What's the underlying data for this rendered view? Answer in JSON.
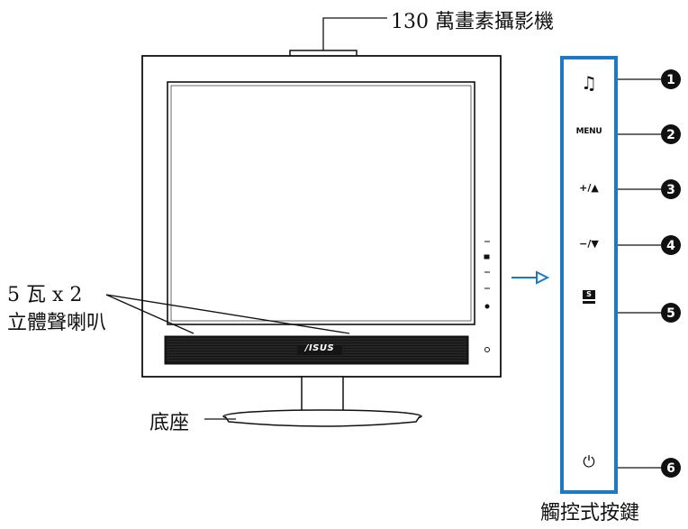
{
  "labels": {
    "webcam": "130 萬畫素攝影機",
    "speakers_line1": "5 瓦 x 2",
    "speakers_line2": "立體聲喇叭",
    "stand": "底座",
    "touch_keys": "觸控式按鍵"
  },
  "monitor": {
    "brand": "/ISUS"
  },
  "buttons": [
    {
      "glyph": "♫",
      "number": "1",
      "icon": "music-note-icon"
    },
    {
      "glyph": "MENU",
      "number": "2",
      "icon": "menu-text-icon"
    },
    {
      "glyph": "+/▲",
      "number": "3",
      "icon": "plus-up-icon"
    },
    {
      "glyph": "−/▼",
      "number": "4",
      "icon": "minus-down-icon"
    },
    {
      "glyph": "S",
      "number": "5",
      "icon": "splendid-icon"
    },
    {
      "glyph": "⏻",
      "number": "6",
      "icon": "power-icon"
    }
  ],
  "colors": {
    "panel_border": "#1a7bc4",
    "arrow": "#1a7bc4",
    "line": "#111111"
  }
}
